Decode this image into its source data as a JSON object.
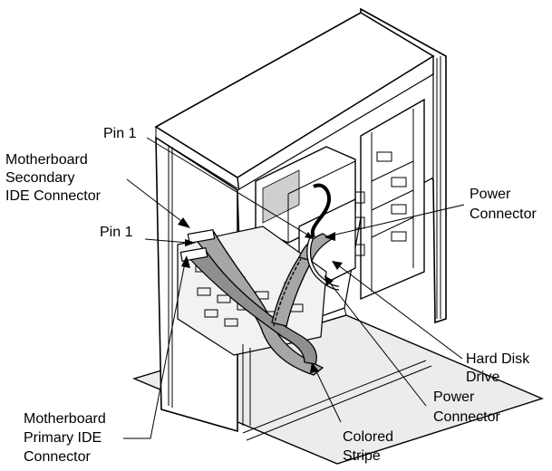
{
  "labels": {
    "pin1_top": "Pin 1",
    "secondary_ide_line1": "Motherboard",
    "secondary_ide_line2": "Secondary",
    "secondary_ide_line3": "IDE Connector",
    "pin1_left": "Pin 1",
    "power_connector_right_line1": "Power",
    "power_connector_right_line2": "Connector",
    "hard_disk_line1": "Hard Disk",
    "hard_disk_line2": "Drive",
    "power_connector_bottom_line1": "Power",
    "power_connector_bottom_line2": "Connector",
    "colored_stripe_line1": "Colored",
    "colored_stripe_line2": "Stripe",
    "primary_ide_line1": "Motherboard",
    "primary_ide_line2": "Primary IDE",
    "primary_ide_line3": "Connector"
  },
  "colors": {
    "line": "#000000",
    "cable_fill": "#9a9a9a",
    "panel_fill": "#ffffff",
    "floor_shade": "#d8d8d8"
  }
}
